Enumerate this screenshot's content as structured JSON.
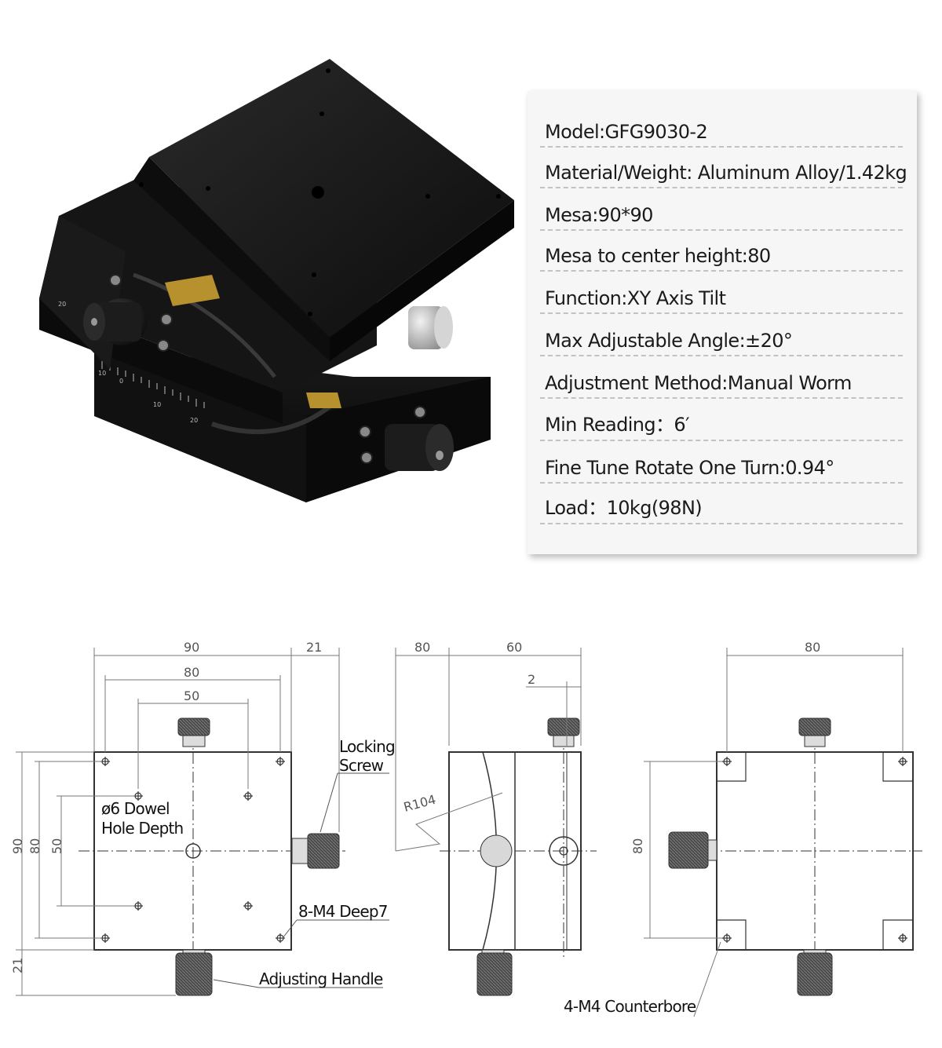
{
  "specs": [
    "Model:GFG9030-2",
    "Material/Weight: Aluminum Alloy/1.42kg",
    "Mesa:90*90",
    "Mesa to center height:80",
    "Function:XY Axis Tilt",
    "Max Adjustable Angle:±20°",
    "Adjustment Method:Manual Worm",
    "Min Reading：6′",
    "Fine Tune Rotate One Turn:0.94°",
    "Load：10kg(98N)"
  ],
  "photo": {
    "scale_labels": [
      "20",
      "10",
      "0",
      "10",
      "20"
    ]
  },
  "drawing": {
    "front": {
      "dim_90": "90",
      "dim_80": "80",
      "dim_50": "50",
      "dim_21": "21",
      "dim_v90": "90",
      "dim_v80": "80",
      "dim_v50": "50",
      "dim_v21": "21",
      "locking_screw": [
        "Locking",
        "Screw"
      ],
      "dowel_hole": [
        "ø6 Dowel",
        "Hole Depth"
      ],
      "m4_holes": "8-M4 Deep7",
      "adjusting_handle": "Adjusting Handle"
    },
    "side": {
      "dim_80": "80",
      "dim_60": "60",
      "dim_2": "2",
      "radius": "R104"
    },
    "back": {
      "dim_80": "80",
      "dim_v80": "80",
      "counterbore": "4-M4 Counterbore"
    }
  }
}
